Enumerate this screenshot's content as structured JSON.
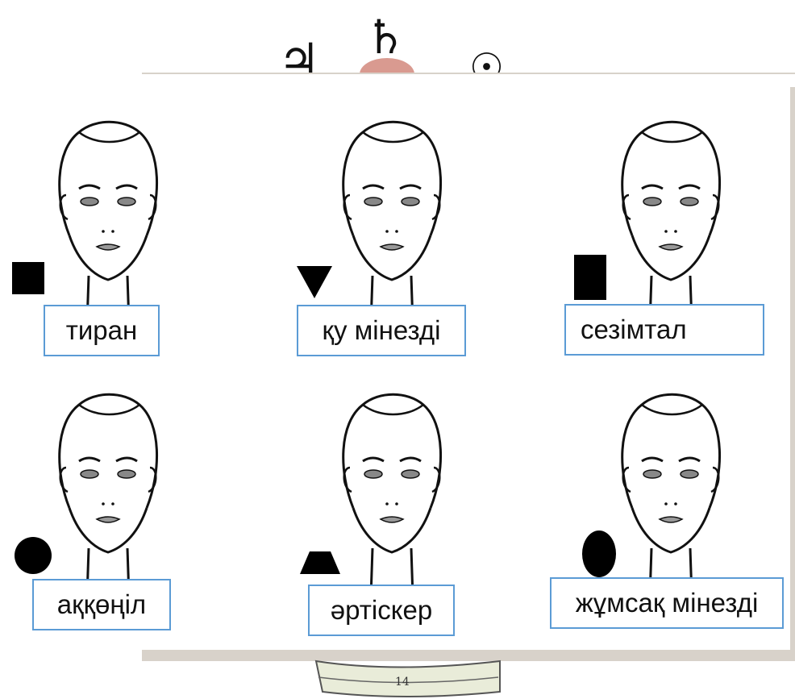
{
  "symbols": {
    "jupiter": "♃",
    "saturn": "♄",
    "sun": "☉",
    "ruler_number": "14"
  },
  "faces": [
    {
      "label": "тиран",
      "shape": "square-icon"
    },
    {
      "label": "қу мінезді",
      "shape": "inverted-triangle-icon"
    },
    {
      "label": "сезімтал",
      "shape": "rectangle-icon"
    },
    {
      "label": "аққөңіл",
      "shape": "circle-icon"
    },
    {
      "label": "әртіскер",
      "shape": "trapezoid-icon"
    },
    {
      "label": "жұмсақ мінезді",
      "shape": "oval-icon"
    }
  ],
  "colors": {
    "label_border": "#5b9bd5",
    "frame": "#d8d2ca"
  }
}
